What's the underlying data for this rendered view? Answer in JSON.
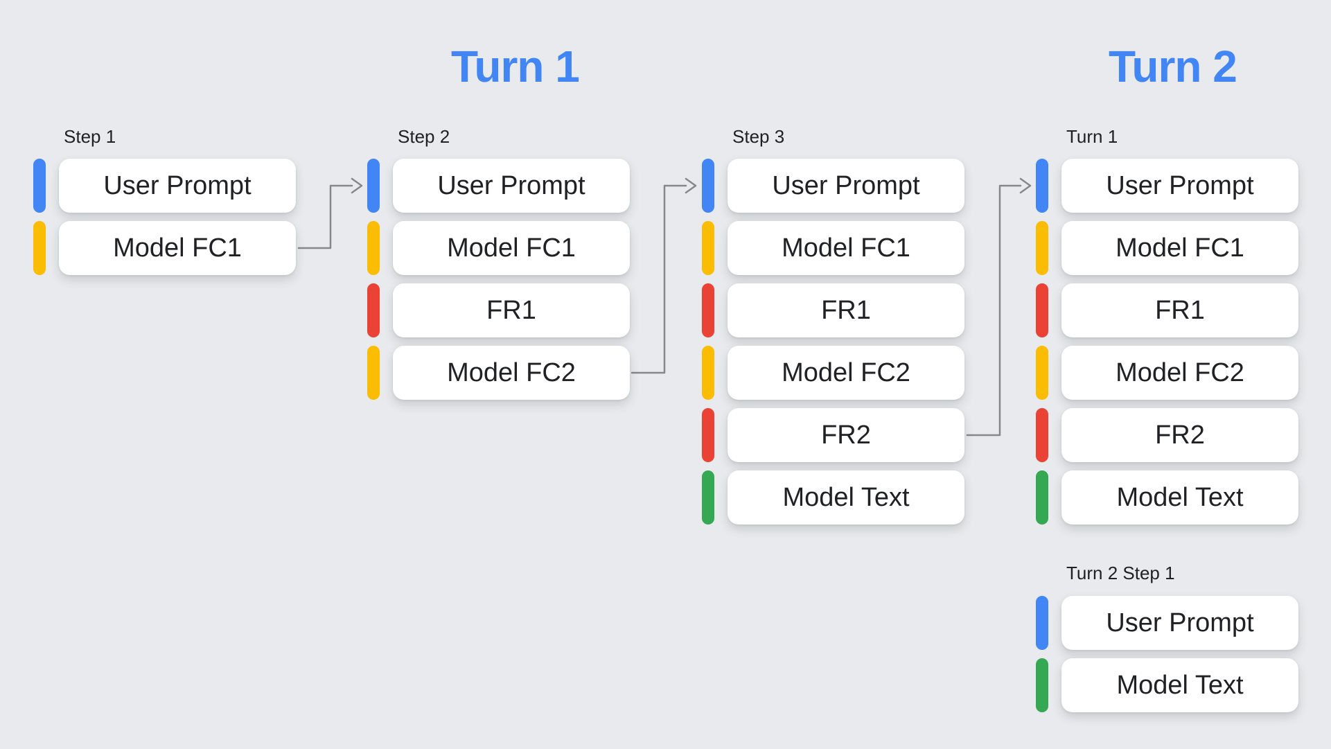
{
  "background": "#E8EAED",
  "palette": {
    "blue": "#4285F4",
    "yellow": "#FBBC04",
    "red": "#EA4335",
    "green": "#34A853",
    "arrow": "#85888B",
    "title": "#4285F4",
    "text": "#202124",
    "card_bg": "#FFFFFF"
  },
  "titles": [
    {
      "text": "Turn 1"
    },
    {
      "text": "Turn 2"
    }
  ],
  "columns": [
    {
      "label": "Step 1",
      "cards": [
        {
          "text": "User Prompt",
          "color": "blue"
        },
        {
          "text": "Model FC1",
          "color": "yellow"
        }
      ]
    },
    {
      "label": "Step 2",
      "cards": [
        {
          "text": "User Prompt",
          "color": "blue"
        },
        {
          "text": "Model FC1",
          "color": "yellow"
        },
        {
          "text": "FR1",
          "color": "red"
        },
        {
          "text": "Model FC2",
          "color": "yellow"
        }
      ]
    },
    {
      "label": "Step 3",
      "cards": [
        {
          "text": "User Prompt",
          "color": "blue"
        },
        {
          "text": "Model FC1",
          "color": "yellow"
        },
        {
          "text": "FR1",
          "color": "red"
        },
        {
          "text": "Model FC2",
          "color": "yellow"
        },
        {
          "text": "FR2",
          "color": "red"
        },
        {
          "text": "Model Text",
          "color": "green"
        }
      ]
    },
    {
      "label": "Turn 1",
      "cards": [
        {
          "text": "User Prompt",
          "color": "blue"
        },
        {
          "text": "Model FC1",
          "color": "yellow"
        },
        {
          "text": "FR1",
          "color": "red"
        },
        {
          "text": "Model FC2",
          "color": "yellow"
        },
        {
          "text": "FR2",
          "color": "red"
        },
        {
          "text": "Model Text",
          "color": "green"
        }
      ]
    }
  ],
  "followup_group": {
    "label": "Turn 2 Step 1",
    "cards": [
      {
        "text": "User Prompt",
        "color": "blue"
      },
      {
        "text": "Model Text",
        "color": "green"
      }
    ]
  },
  "connections": [
    {
      "from": "Step 1 / Model FC1",
      "to": "Step 2 / User Prompt"
    },
    {
      "from": "Step 2 / Model FC2",
      "to": "Step 3 / User Prompt"
    },
    {
      "from": "Step 3 / FR2",
      "to": "Turn 1 / User Prompt"
    }
  ]
}
